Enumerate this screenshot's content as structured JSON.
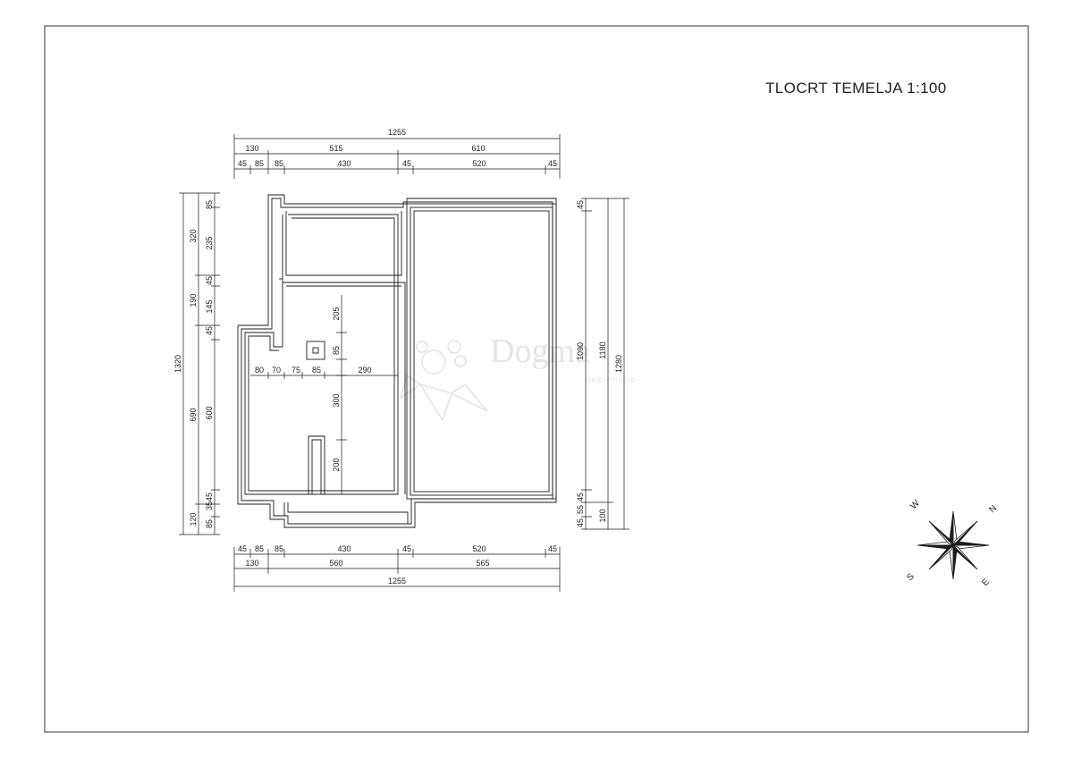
{
  "title": "TLOCRT TEMELJA 1:100",
  "watermark": {
    "brand": "Dogma",
    "subtitle": "nekretnine"
  },
  "compass": {
    "n": "N",
    "e": "E",
    "s": "S",
    "w": "W"
  },
  "dimensions": {
    "top": {
      "row1": [
        "1255"
      ],
      "row2": [
        "130",
        "515",
        "610"
      ],
      "row3": [
        "45",
        "85",
        "85",
        "430",
        "45",
        "520",
        "45"
      ]
    },
    "bottom": {
      "row1": [
        "45",
        "85",
        "85",
        "430",
        "45",
        "520",
        "45"
      ],
      "row2": [
        "130",
        "560",
        "565"
      ],
      "row3": [
        "1255"
      ]
    },
    "left": {
      "outer": [
        "1320"
      ],
      "middle": [
        "320",
        "190",
        "690",
        "120"
      ],
      "inner": [
        "85",
        "235",
        "45",
        "145",
        "45",
        "600",
        "45",
        "35",
        "85"
      ]
    },
    "right": {
      "inner": [
        "45",
        "1090",
        "45",
        "55",
        "45"
      ],
      "middle": [
        "1180",
        "100"
      ],
      "outer": [
        "1280"
      ]
    },
    "interior": {
      "horizontal": [
        "80",
        "70",
        "75",
        "85",
        "290"
      ],
      "vertical": [
        "205",
        "85",
        "300",
        "200"
      ]
    }
  },
  "colors": {
    "line": "#1c1c1c",
    "watermark": "#c9c9c9"
  }
}
